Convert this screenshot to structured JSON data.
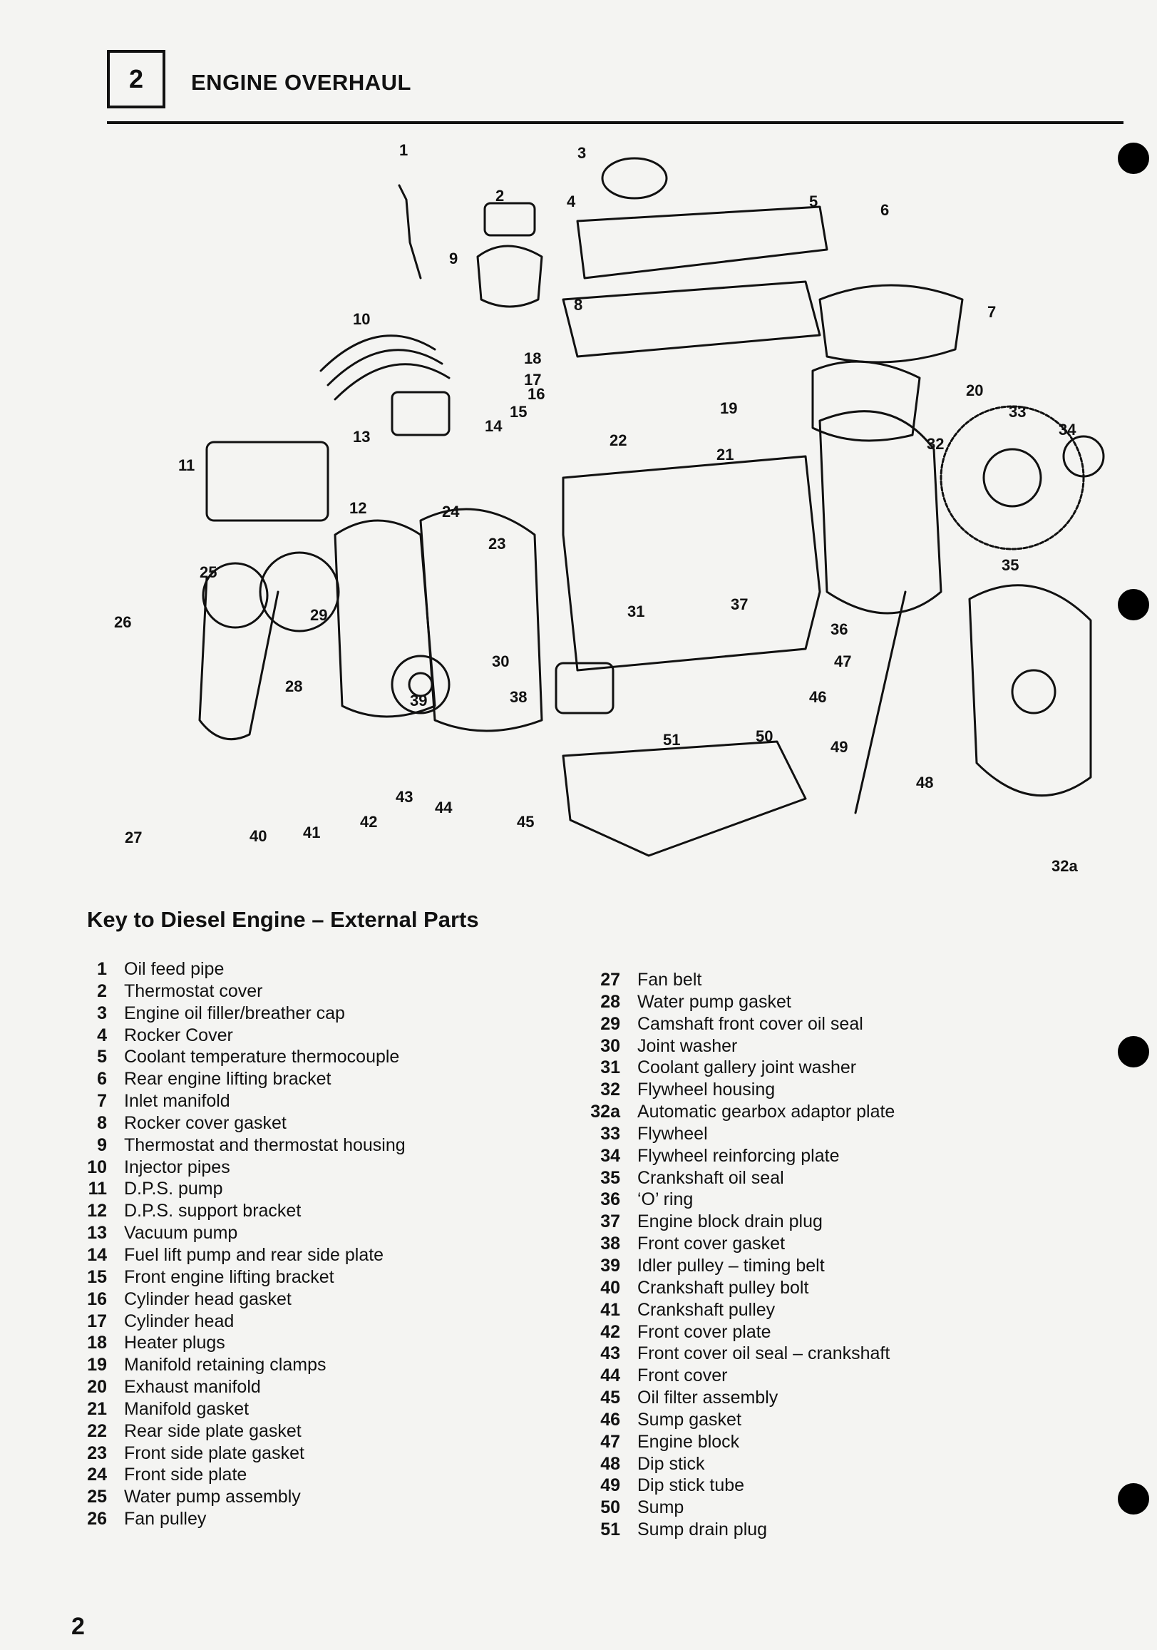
{
  "header": {
    "chapter_number": "2",
    "title": "ENGINE OVERHAUL"
  },
  "diagram": {
    "callouts": [
      "1",
      "2",
      "3",
      "4",
      "5",
      "6",
      "7",
      "8",
      "9",
      "10",
      "11",
      "12",
      "13",
      "14",
      "15",
      "16",
      "17",
      "18",
      "19",
      "20",
      "21",
      "22",
      "23",
      "24",
      "25",
      "26",
      "27",
      "28",
      "29",
      "30",
      "31",
      "32",
      "32a",
      "33",
      "34",
      "35",
      "36",
      "37",
      "38",
      "39",
      "40",
      "41",
      "42",
      "43",
      "44",
      "45",
      "46",
      "47",
      "48",
      "49",
      "50",
      "51"
    ]
  },
  "key": {
    "title": "Key to Diesel Engine – External Parts",
    "items": [
      {
        "num": "1",
        "label": "Oil feed pipe"
      },
      {
        "num": "2",
        "label": "Thermostat cover"
      },
      {
        "num": "3",
        "label": "Engine oil filler/breather cap"
      },
      {
        "num": "4",
        "label": "Rocker Cover"
      },
      {
        "num": "5",
        "label": "Coolant temperature thermocouple"
      },
      {
        "num": "6",
        "label": "Rear engine lifting bracket"
      },
      {
        "num": "7",
        "label": "Inlet manifold"
      },
      {
        "num": "8",
        "label": "Rocker cover gasket"
      },
      {
        "num": "9",
        "label": "Thermostat and thermostat housing"
      },
      {
        "num": "10",
        "label": "Injector pipes"
      },
      {
        "num": "11",
        "label": "D.P.S. pump"
      },
      {
        "num": "12",
        "label": "D.P.S. support bracket"
      },
      {
        "num": "13",
        "label": "Vacuum pump"
      },
      {
        "num": "14",
        "label": "Fuel lift pump and rear side plate"
      },
      {
        "num": "15",
        "label": "Front engine lifting bracket"
      },
      {
        "num": "16",
        "label": "Cylinder head gasket"
      },
      {
        "num": "17",
        "label": "Cylinder head"
      },
      {
        "num": "18",
        "label": "Heater plugs"
      },
      {
        "num": "19",
        "label": "Manifold retaining clamps"
      },
      {
        "num": "20",
        "label": "Exhaust manifold"
      },
      {
        "num": "21",
        "label": "Manifold gasket"
      },
      {
        "num": "22",
        "label": "Rear side plate gasket"
      },
      {
        "num": "23",
        "label": "Front side plate gasket"
      },
      {
        "num": "24",
        "label": "Front side plate"
      },
      {
        "num": "25",
        "label": "Water pump assembly"
      },
      {
        "num": "26",
        "label": "Fan pulley"
      },
      {
        "num": "27",
        "label": "Fan belt"
      },
      {
        "num": "28",
        "label": "Water pump gasket"
      },
      {
        "num": "29",
        "label": "Camshaft front cover oil seal"
      },
      {
        "num": "30",
        "label": "Joint washer"
      },
      {
        "num": "31",
        "label": "Coolant gallery joint washer"
      },
      {
        "num": "32",
        "label": "Flywheel housing"
      },
      {
        "num": "32a",
        "label": "Automatic gearbox adaptor plate"
      },
      {
        "num": "33",
        "label": "Flywheel"
      },
      {
        "num": "34",
        "label": "Flywheel reinforcing plate"
      },
      {
        "num": "35",
        "label": "Crankshaft oil seal"
      },
      {
        "num": "36",
        "label": "‘O’ ring"
      },
      {
        "num": "37",
        "label": "Engine block drain plug"
      },
      {
        "num": "38",
        "label": "Front cover gasket"
      },
      {
        "num": "39",
        "label": "Idler pulley  –  timing belt"
      },
      {
        "num": "40",
        "label": "Crankshaft pulley bolt"
      },
      {
        "num": "41",
        "label": "Crankshaft pulley"
      },
      {
        "num": "42",
        "label": "Front cover plate"
      },
      {
        "num": "43",
        "label": "Front cover oil seal  –  crankshaft"
      },
      {
        "num": "44",
        "label": "Front cover"
      },
      {
        "num": "45",
        "label": "Oil filter assembly"
      },
      {
        "num": "46",
        "label": "Sump gasket"
      },
      {
        "num": "47",
        "label": "Engine block"
      },
      {
        "num": "48",
        "label": "Dip stick"
      },
      {
        "num": "49",
        "label": "Dip stick tube"
      },
      {
        "num": "50",
        "label": "Sump"
      },
      {
        "num": "51",
        "label": "Sump drain plug"
      }
    ]
  },
  "footer": {
    "page_number": "2"
  }
}
